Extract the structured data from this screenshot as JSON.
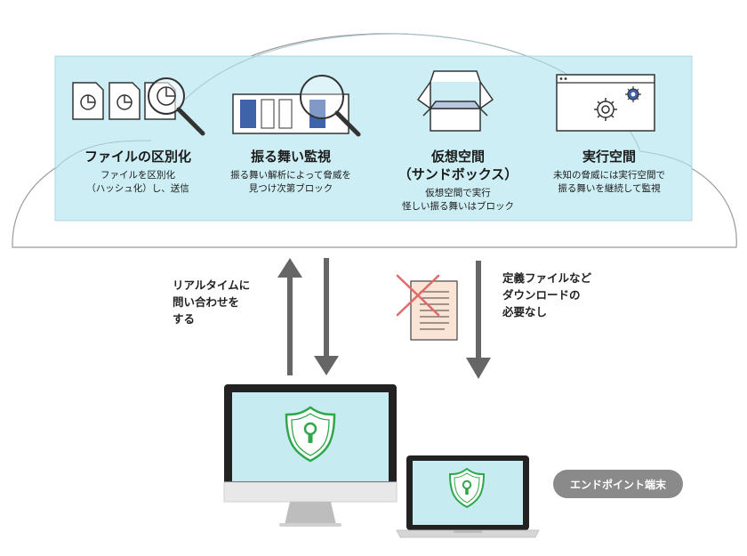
{
  "features": [
    {
      "title": "ファイルの区別化",
      "desc": "ファイルを区別化\n（ハッシュ化）し、送信"
    },
    {
      "title": "振る舞い監視",
      "desc": "振る舞い解析によって脅威を\n見つけ次第ブロック"
    },
    {
      "title": "仮想空間\n（サンドボックス）",
      "desc": "仮想空間で実行\n怪しい振る舞いはブロック"
    },
    {
      "title": "実行空間",
      "desc": "未知の脅威には実行空間で\n振る舞いを継続して監視"
    }
  ],
  "notes": {
    "realtime": "リアルタイムに\n問い合わせを\nする",
    "no_download": "定義ファイルなど\nダウンロードの\n必要なし"
  },
  "endpoint_label": "エンドポイント端末",
  "colors": {
    "panel": "#cdeef4",
    "screen": "#c6ecf2",
    "shield": "#2ea84a",
    "arrow": "#666666",
    "cross": "#e06a6a",
    "doc": "#f9e4d6",
    "blue_block": "#3e63a8",
    "pill": "#8a8a8a"
  },
  "icons": [
    "document-icon",
    "magnifier-icon",
    "chart-blocks-icon",
    "open-box-icon",
    "gear-window-icon",
    "shield-keyhole-icon",
    "cross-icon"
  ]
}
